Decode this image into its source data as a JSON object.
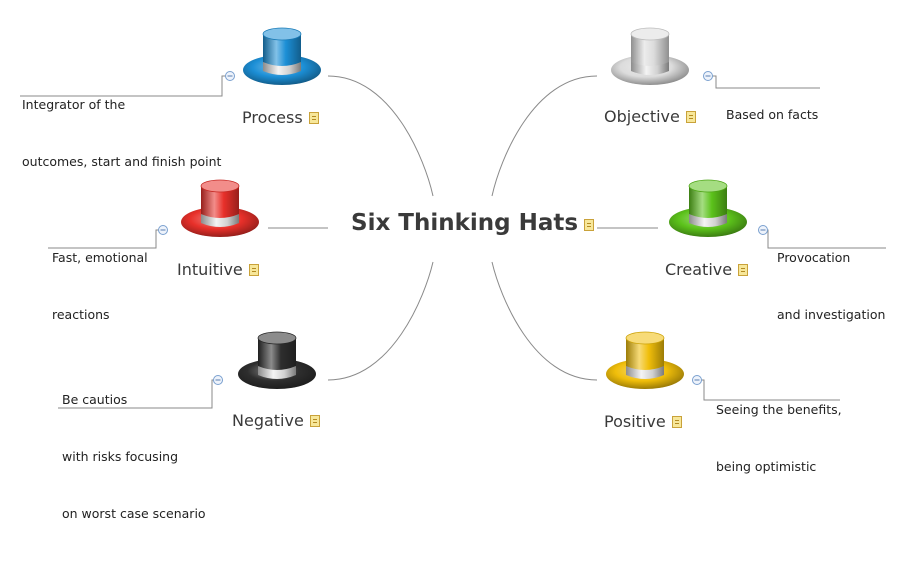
{
  "central": {
    "title": "Six Thinking Hats"
  },
  "hats": [
    {
      "id": "process",
      "label": "Process",
      "color": "#1c8fd6",
      "desc": [
        "Integrator of the",
        "outcomes, start and finish point"
      ]
    },
    {
      "id": "intuitive",
      "label": "Intuitive",
      "color": "#e8302a",
      "desc": [
        "Fast, emotional",
        "reactions"
      ]
    },
    {
      "id": "negative",
      "label": "Negative",
      "color": "#2e2e2e",
      "desc": [
        "Be cautios",
        "with risks focusing",
        "on worst case scenario"
      ]
    },
    {
      "id": "objective",
      "label": "Objective",
      "color": "#dcdcdc",
      "desc": [
        "Based on facts"
      ]
    },
    {
      "id": "creative",
      "label": "Creative",
      "color": "#5cc21b",
      "desc": [
        "Provocation",
        "and investigation"
      ]
    },
    {
      "id": "positive",
      "label": "Positive",
      "color": "#f0be0a",
      "desc": [
        "Seeing the benefits,",
        "being optimistic"
      ]
    }
  ]
}
